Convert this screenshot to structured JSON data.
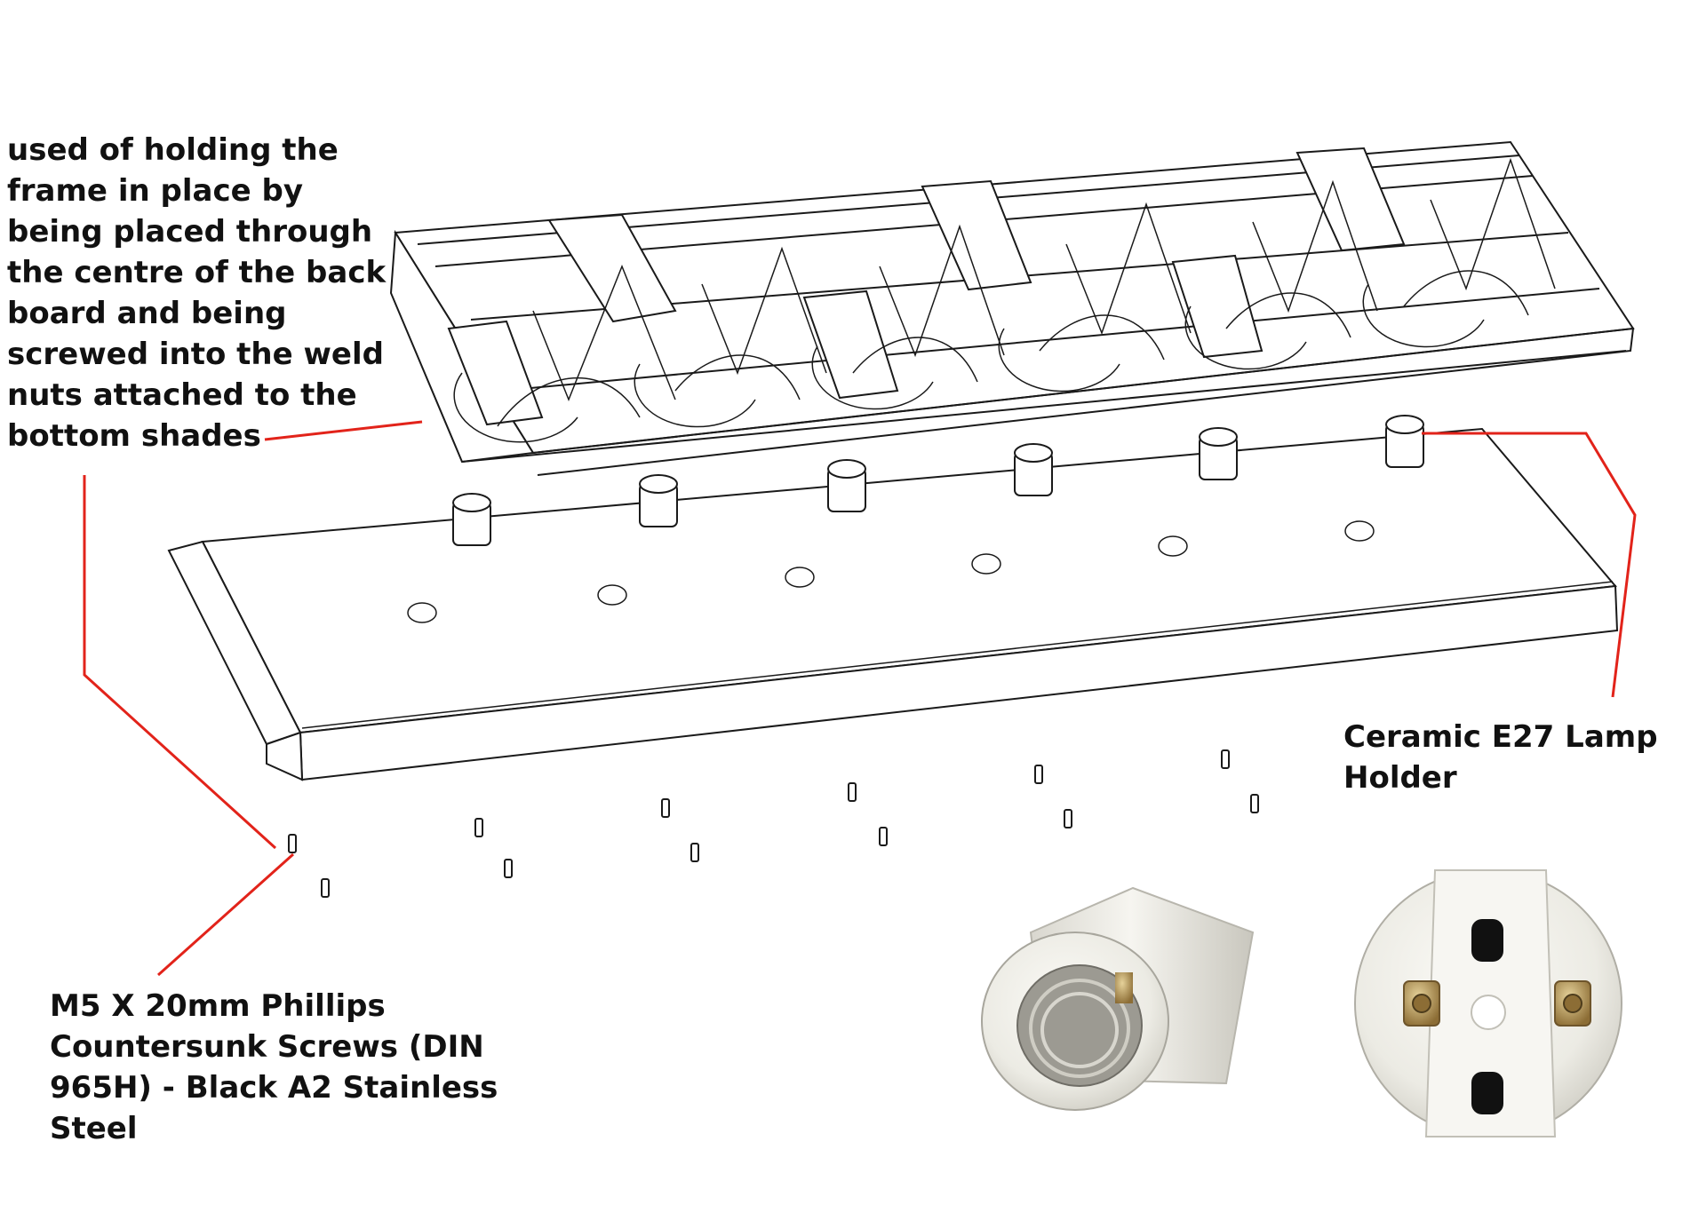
{
  "callouts": {
    "frame": {
      "lines": [
        "used of holding the",
        "frame in place by",
        "being placed through",
        "the centre of the back",
        "board and being",
        "screwed into the weld",
        "nuts attached to the",
        "bottom shades"
      ]
    },
    "lamp_holder": {
      "lines": [
        "Ceramic E27 Lamp",
        "Holder"
      ]
    },
    "screws": {
      "lines": [
        "M5 X 20mm Phillips",
        "Countersunk Screws (DIN",
        "965H) - Black A2 Stainless",
        "Steel"
      ]
    }
  },
  "colors": {
    "leader_line": "#e2231a",
    "line_art": "#1a1a1a",
    "ceramic": "#f2f1ec",
    "contact_brass": "#b99a5c"
  }
}
